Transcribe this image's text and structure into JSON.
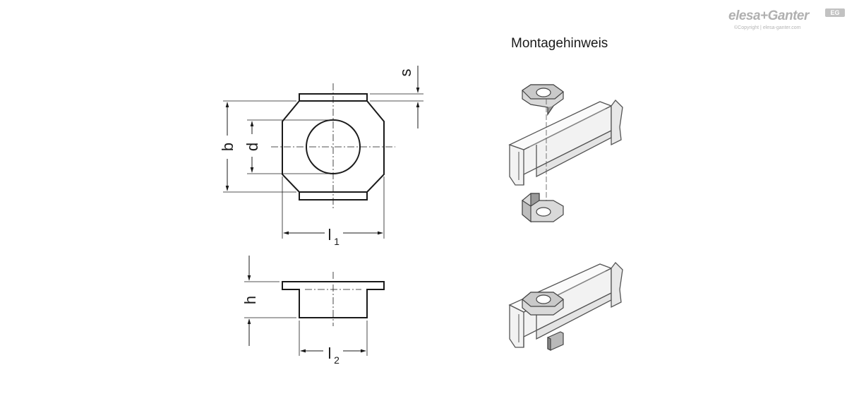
{
  "title": "Montagehinweis",
  "logo": {
    "brand": "elesa+Ganter",
    "badge": "EG",
    "copyright": "©Copyright | elesa-ganter.com"
  },
  "dimensions": {
    "s": "s",
    "b": "b",
    "d": "d",
    "l1_main": "l",
    "l1_sub": "1",
    "h": "h",
    "l2_main": "l",
    "l2_sub": "2"
  },
  "colors": {
    "line": "#1a1a1a",
    "part_fill": "#d9d9d9",
    "part_shadow": "#9a9a9a",
    "rail_fill": "#f2f2f2",
    "rail_stroke": "#555555"
  }
}
